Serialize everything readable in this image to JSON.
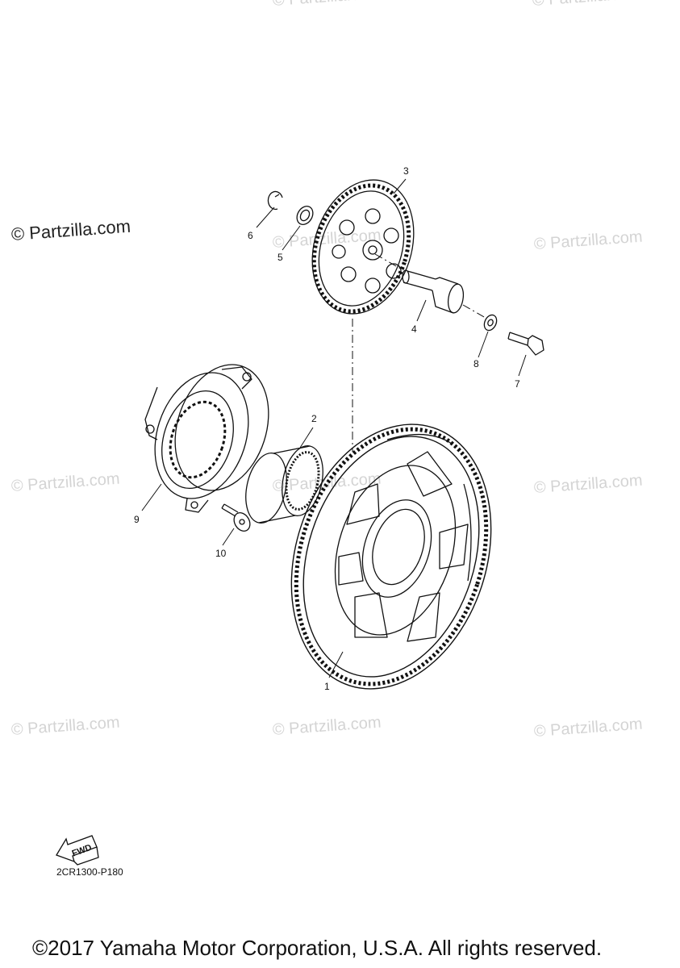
{
  "watermarks": {
    "main": "© Partzilla.com",
    "repeat": "© Partzilla.com"
  },
  "callouts": {
    "p1": "1",
    "p2": "2",
    "p3": "3",
    "p4": "4",
    "p5": "5",
    "p6": "6",
    "p7": "7",
    "p8": "8",
    "p9": "9",
    "p10": "10"
  },
  "fwd_label": "FWD",
  "diagram_code": "2CR1300-P180",
  "footer": "©2017 Yamaha Motor Corporation, U.S.A. All rights reserved."
}
